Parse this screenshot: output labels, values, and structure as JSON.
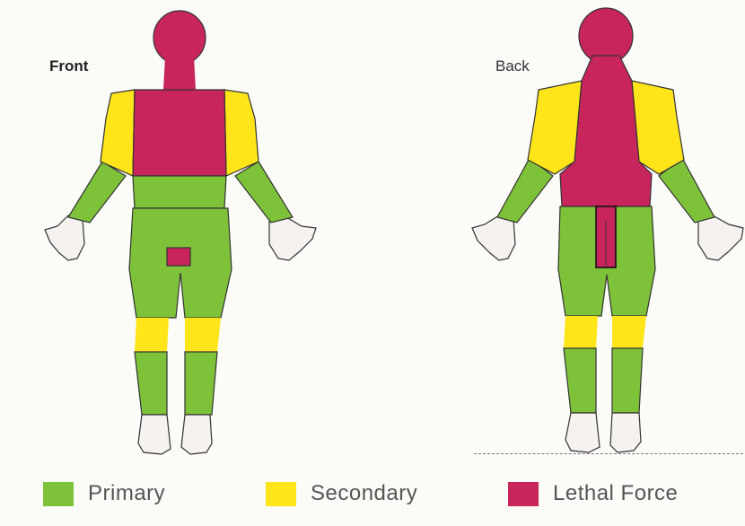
{
  "views": {
    "front_label": "Front",
    "back_label": "Back"
  },
  "legend": [
    {
      "label": "Primary",
      "color": "#7ec23a"
    },
    {
      "label": "Secondary",
      "color": "#ffe51a"
    },
    {
      "label": "Lethal Force",
      "color": "#c8255d"
    }
  ],
  "colors": {
    "primary": "#7ec23a",
    "secondary": "#ffe51a",
    "lethal": "#c8255d",
    "skin": "#f5f2ef",
    "outline": "#333333"
  }
}
